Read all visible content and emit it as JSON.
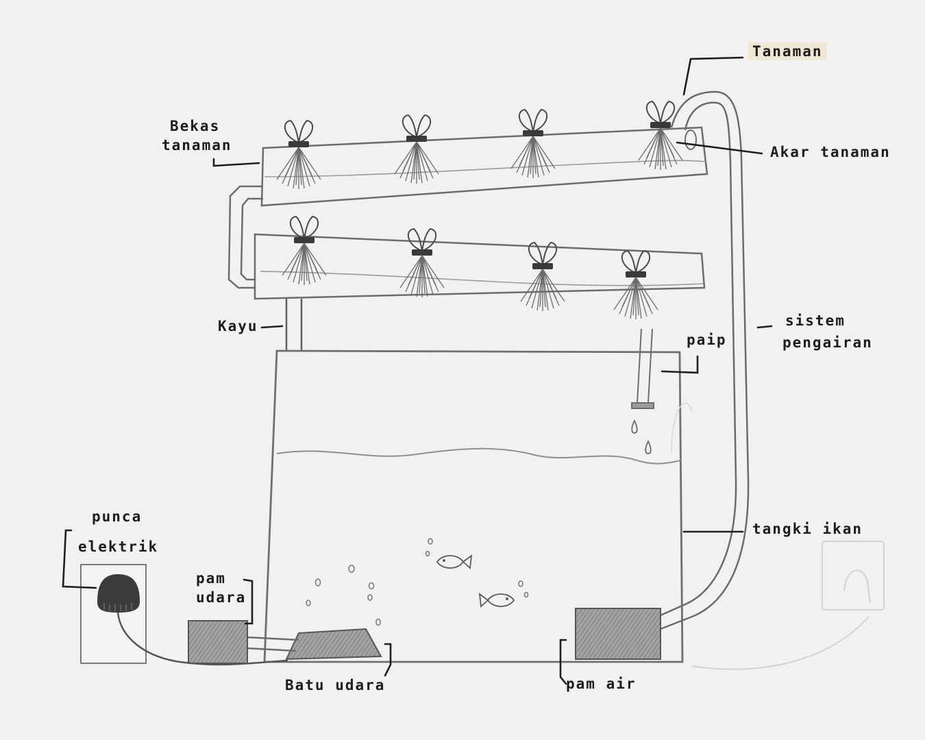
{
  "labels": {
    "tanaman": "Tanaman",
    "bekas_tanaman_1": "Bekas",
    "bekas_tanaman_2": "tanaman",
    "akar_tanaman": "Akar tanaman",
    "kayu": "Kayu",
    "paip": "paip",
    "sistem_pengairan_1": "sistem",
    "sistem_pengairan_2": "pengairan",
    "tangki_ikan": "tangki ikan",
    "punca_elektrik_1": "punca",
    "punca_elektrik_2": "elektrik",
    "pam_udara_1": "pam",
    "pam_udara_2": "udara",
    "batu_udara": "Batu udara",
    "pam_air": "pam air"
  },
  "colors": {
    "pencil": "#6f6f6f",
    "pencil_dark": "#3e3e3e",
    "ink": "#1d1d1d",
    "paper": "#f2f1ef",
    "shade": "#9a9a9a"
  }
}
